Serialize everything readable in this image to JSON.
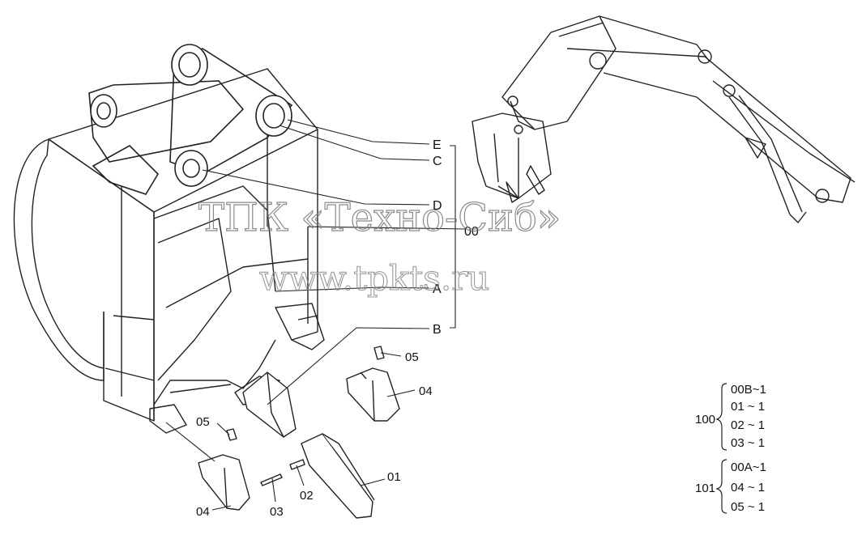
{
  "callouts": {
    "E": "E",
    "C": "C",
    "D": "D",
    "A": "A",
    "B": "B",
    "assembly": "00"
  },
  "parts": {
    "tooth": "01",
    "pin": "02",
    "lock": "03",
    "adapter_right": "04",
    "adapter_left": "04",
    "spring_right": "05",
    "spring_left": "05"
  },
  "watermark": {
    "company": "ТПК «Техно-Сиб»",
    "site": "www.tpkts.ru"
  },
  "kits": [
    {
      "number": "100",
      "items": [
        "00B~1",
        "01 ~ 1",
        "02 ~ 1",
        "03 ~ 1"
      ]
    },
    {
      "number": "101",
      "items": [
        "00A~1",
        "04 ~ 1",
        "05 ~ 1"
      ]
    }
  ]
}
